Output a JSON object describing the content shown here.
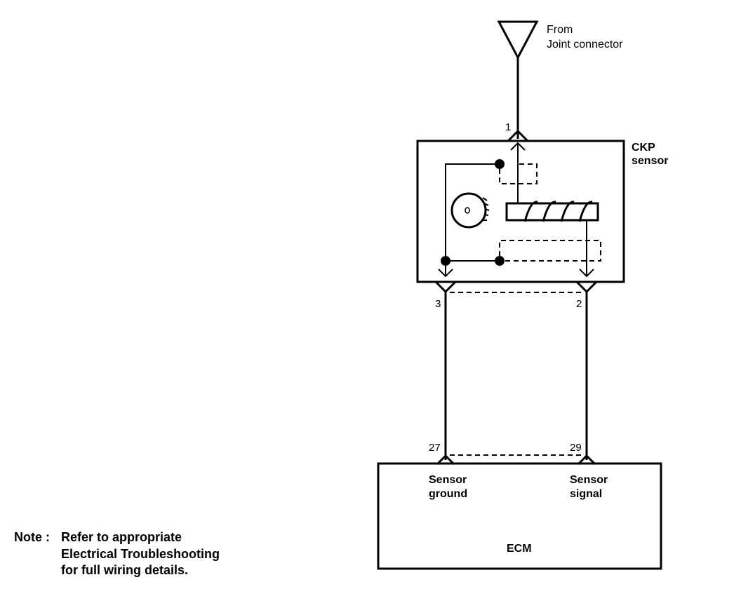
{
  "source": {
    "line1": "From",
    "line2": "Joint connector"
  },
  "ckp": {
    "line1": "CKP",
    "line2": "sensor"
  },
  "pins": {
    "p1": "1",
    "p2": "2",
    "p3": "3",
    "p27": "27",
    "p29": "29"
  },
  "ecm": {
    "title": "ECM",
    "ground_line1": "Sensor",
    "ground_line2": "ground",
    "signal_line1": "Sensor",
    "signal_line2": "signal"
  },
  "note": {
    "prefix": "Note :",
    "line1": "Refer to appropriate",
    "line2": "Electrical Troubleshooting",
    "line3": "for full wiring details."
  }
}
